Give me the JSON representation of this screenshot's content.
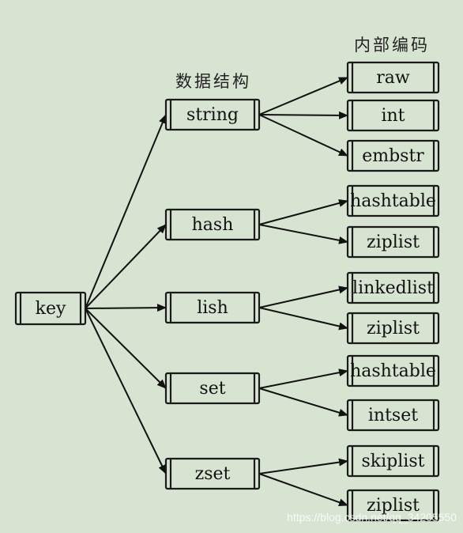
{
  "headings": {
    "structures": "数据结构",
    "encodings": "内部编码"
  },
  "watermark": "https://blog.csdn.net/qq_34205550",
  "colors": {
    "background": "#d8e4d2",
    "stroke": "#1a1a1a"
  },
  "root": {
    "label": "key"
  },
  "structures": [
    {
      "label": "string",
      "encodings": [
        "raw",
        "int",
        "embstr"
      ]
    },
    {
      "label": "hash",
      "encodings": [
        "hashtable",
        "ziplist"
      ]
    },
    {
      "label": "lish",
      "encodings": [
        "linkedlist",
        "ziplist"
      ]
    },
    {
      "label": "set",
      "encodings": [
        "hashtable",
        "intset"
      ]
    },
    {
      "label": "zset",
      "encodings": [
        "skiplist",
        "ziplist"
      ]
    }
  ]
}
